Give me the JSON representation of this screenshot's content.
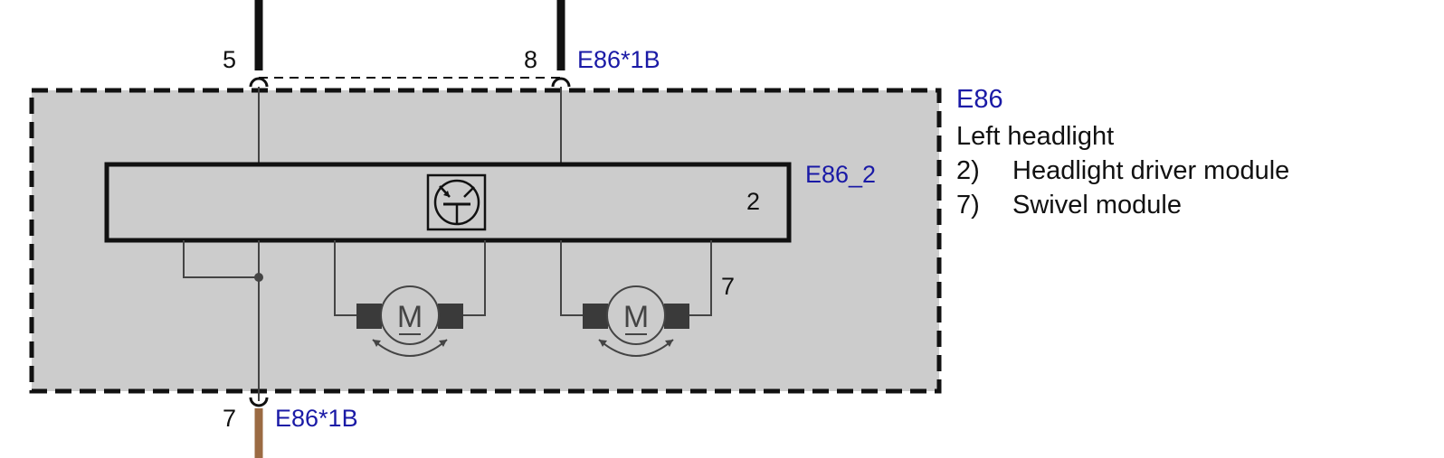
{
  "component": {
    "id": "E86",
    "name": "Left headlight",
    "module_label": "E86_2",
    "module_number": "2",
    "swivel_number": "7"
  },
  "connectors": {
    "top": "E86*1B",
    "bottom": "E86*1B"
  },
  "pins": {
    "top_left": "5",
    "top_right": "8",
    "bottom": "7"
  },
  "legend": [
    {
      "number": "2)",
      "text": "Headlight driver module"
    },
    {
      "number": "7)",
      "text": "Swivel module"
    }
  ],
  "motor_symbol": "M",
  "colors": {
    "housing_fill": "#cccccc",
    "label_blue": "#1a1aa6",
    "wire_brown": "#9b6b43",
    "wire_black": "#111111"
  },
  "icons": [
    "transistor-icon",
    "motor-icon",
    "rotation-arrow-icon"
  ]
}
